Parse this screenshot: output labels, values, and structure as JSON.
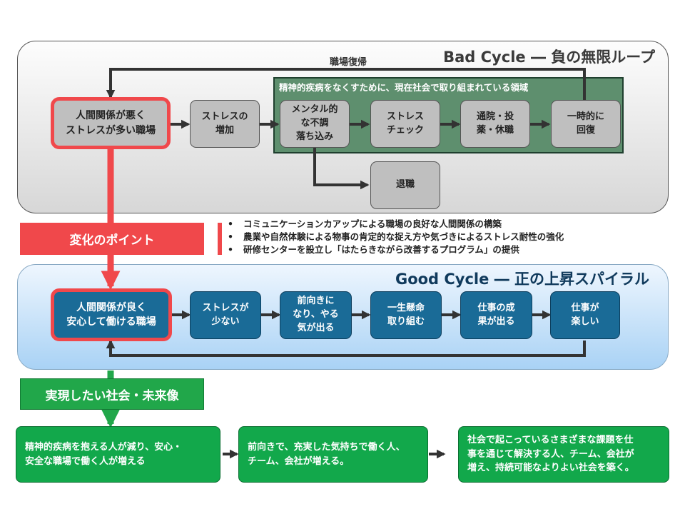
{
  "bad_cycle": {
    "title": "Bad Cycle ― 負の無限ループ",
    "return_label": "職場復帰",
    "region_label": "精神的疾病をなくすために、現在社会で取り組まれている領域",
    "start": "人間関係が悪く\nストレスが多い職場",
    "steps": [
      "ストレスの\n増加",
      "メンタル的\nな不調\n落ち込み",
      "ストレス\nチェック",
      "通院・投\n薬・休職",
      "一時的に\n回復"
    ],
    "exit": "退職"
  },
  "change": {
    "label": "変化のポイント",
    "points": [
      "コミュニケーションカアップによる職場の良好な人間関係の構築",
      "農業や自然体験による物事の肯定的な捉え方や気づきによるストレス耐性の強化",
      "研修センターを設立し「はたらきながら改善するプログラム」の提供"
    ]
  },
  "good_cycle": {
    "title": "Good Cycle ― 正の上昇スパイラル",
    "start": "人間関係が良く\n安心して働ける職場",
    "steps": [
      "ストレスが\n少ない",
      "前向きに\nなり、やる\n気が出る",
      "一生懸命\n取り組む",
      "仕事の成\n果が出る",
      "仕事が\n楽しい"
    ]
  },
  "vision": {
    "label": "実現したい社会・未来像",
    "items": [
      "精神的疾病を抱える人が減り、安心・\n安全な職場で働く人が増える",
      "前向きで、充実した気持ちで働く人、\nチーム、会社が増える。",
      "社会で起こっているさまざまな課題を仕\n事を通じて解決する人、チーム、会社が\n増え、持続可能なよりよい社会を築く。"
    ]
  },
  "colors": {
    "accent_red": "#f0484b",
    "good_blue": "#1a6b97",
    "vision_green": "#12a84b",
    "region_green": "#5e8f6e"
  }
}
